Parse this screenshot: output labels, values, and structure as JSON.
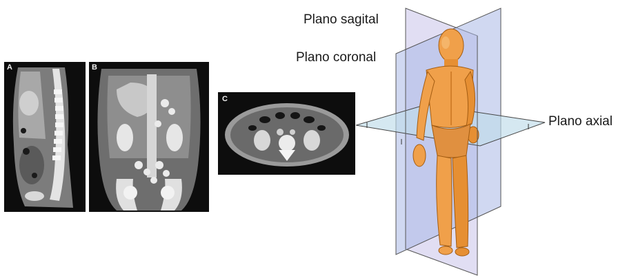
{
  "ct_panels": {
    "sagittal_letter": "A",
    "coronal_letter": "B",
    "axial_letter": "C"
  },
  "plane_labels": {
    "sagittal": "Plano sagital",
    "coronal": "Plano coronal",
    "axial": "Plano axial"
  },
  "colors": {
    "sagittal_plane": "#c9c3e9",
    "coronal_plane": "#a9b8e6",
    "axial_plane": "#bfdcea",
    "body": "#f0a04a",
    "ct_background": "#111111"
  }
}
